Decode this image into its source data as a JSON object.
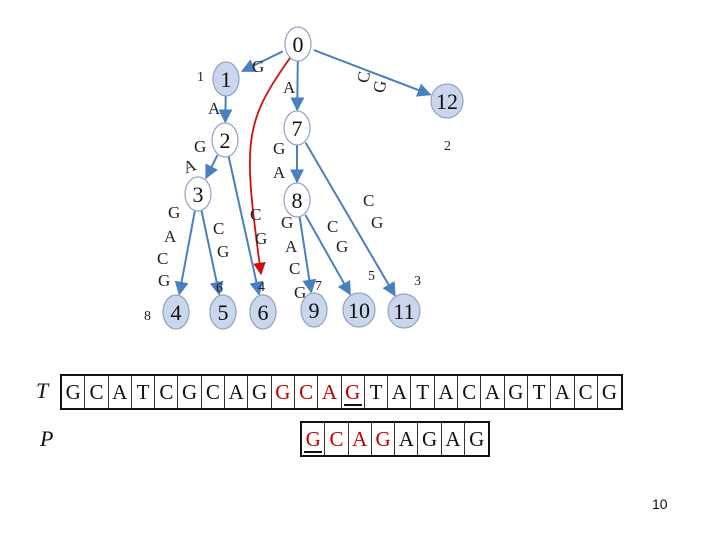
{
  "nodes": [
    {
      "id": "n0",
      "label": "0",
      "style": "plain"
    },
    {
      "id": "n1",
      "label": "1",
      "style": "filled"
    },
    {
      "id": "n2",
      "label": "2",
      "style": "plain"
    },
    {
      "id": "n3",
      "label": "3",
      "style": "plain"
    },
    {
      "id": "n4",
      "label": "4",
      "style": "filled"
    },
    {
      "id": "n5",
      "label": "5",
      "style": "filled"
    },
    {
      "id": "n6",
      "label": "6",
      "style": "filled"
    },
    {
      "id": "n7",
      "label": "7",
      "style": "plain"
    },
    {
      "id": "n8",
      "label": "8",
      "style": "plain"
    },
    {
      "id": "n9",
      "label": "9",
      "style": "filled"
    },
    {
      "id": "n10",
      "label": "10",
      "style": "filled"
    },
    {
      "id": "n11",
      "label": "11",
      "style": "filled"
    },
    {
      "id": "n12",
      "label": "12",
      "style": "filled"
    }
  ],
  "edges": [
    {
      "from": "n0",
      "to": "n1"
    },
    {
      "from": "n0",
      "to": "n12"
    },
    {
      "from": "n0",
      "to": "n7"
    },
    {
      "from": "n1",
      "to": "n2"
    },
    {
      "from": "n2",
      "to": "n3"
    },
    {
      "from": "n2",
      "to": "n6"
    },
    {
      "from": "n3",
      "to": "n4"
    },
    {
      "from": "n3",
      "to": "n5"
    },
    {
      "from": "n7",
      "to": "n8"
    },
    {
      "from": "n7",
      "to": "n11"
    },
    {
      "from": "n8",
      "to": "n9"
    },
    {
      "from": "n8",
      "to": "n10"
    }
  ],
  "failure_link": {
    "from": "n0",
    "to": "n6",
    "color": "#d01010"
  },
  "edge_labels": [
    {
      "id": "el-g-top",
      "text": "G"
    },
    {
      "id": "el-a-0-7",
      "text": "A"
    },
    {
      "id": "el-c-0-12",
      "text": "C"
    },
    {
      "id": "el-g-0-12",
      "text": "G"
    },
    {
      "id": "el-a-1-2",
      "text": "A"
    },
    {
      "id": "el-g-2-3",
      "text": "G"
    },
    {
      "id": "el-a-2-3",
      "text": "A"
    },
    {
      "id": "el-g-3-4a",
      "text": "G"
    },
    {
      "id": "el-a-3-4",
      "text": "A"
    },
    {
      "id": "el-c-3-4",
      "text": "C"
    },
    {
      "id": "el-g-3-4b",
      "text": "G"
    },
    {
      "id": "el-c-3-5",
      "text": "C"
    },
    {
      "id": "el-g-3-5",
      "text": "G"
    },
    {
      "id": "el-c-2-6",
      "text": "C"
    },
    {
      "id": "el-g-2-6",
      "text": "G"
    },
    {
      "id": "el-g-7-8",
      "text": "G"
    },
    {
      "id": "el-a-7-8",
      "text": "A"
    },
    {
      "id": "el-c-7-11",
      "text": "C"
    },
    {
      "id": "el-g-7-11",
      "text": "G"
    },
    {
      "id": "el-g-8-9a",
      "text": "G"
    },
    {
      "id": "el-a-8-9",
      "text": "A"
    },
    {
      "id": "el-c-8-9",
      "text": "C"
    },
    {
      "id": "el-g-8-9b",
      "text": "G"
    },
    {
      "id": "el-c-8-10",
      "text": "C"
    },
    {
      "id": "el-g-8-10",
      "text": "G"
    }
  ],
  "pattern_ids": [
    {
      "id": "pid-1",
      "text": "1"
    },
    {
      "id": "pid-2",
      "text": "2"
    },
    {
      "id": "pid-3",
      "text": "3"
    },
    {
      "id": "pid-4",
      "text": "4"
    },
    {
      "id": "pid-5",
      "text": "5"
    },
    {
      "id": "pid-6",
      "text": "6"
    },
    {
      "id": "pid-7",
      "text": "7"
    },
    {
      "id": "pid-8",
      "text": "8"
    }
  ],
  "colors": {
    "node_fill": "#c9d6ec",
    "node_stroke": "#8fa2c4",
    "edge": "#4a7fc0",
    "red": "#c00000"
  },
  "text_row": {
    "label": "T",
    "chars": [
      "G",
      "C",
      "A",
      "T",
      "C",
      "G",
      "C",
      "A",
      "G",
      "G",
      "C",
      "A",
      "G",
      "T",
      "A",
      "T",
      "A",
      "C",
      "A",
      "G",
      "T",
      "A",
      "C",
      "G"
    ],
    "red_indices": [
      9,
      10,
      11,
      12
    ],
    "underline_index": 12
  },
  "pattern_row": {
    "label": "P",
    "chars": [
      "G",
      "C",
      "A",
      "G",
      "A",
      "G",
      "A",
      "G"
    ],
    "red_indices": [
      0,
      1,
      2,
      3
    ],
    "underline_index": 0
  },
  "page_number": "10"
}
